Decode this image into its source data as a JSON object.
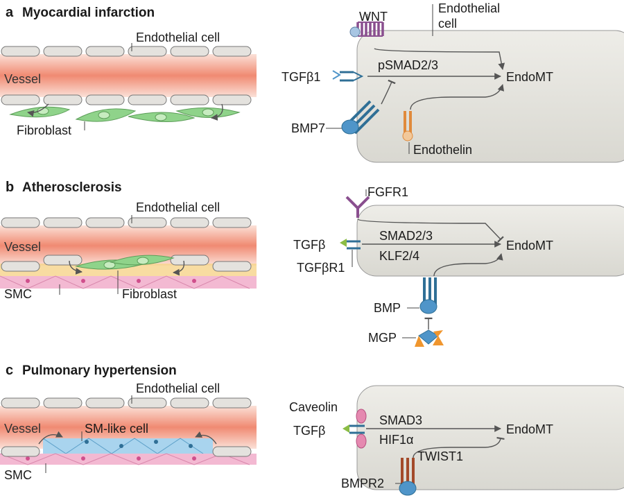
{
  "panel_a": {
    "letter": "a",
    "title": "Myocardial infarction",
    "vessel_labels": {
      "endothelial_cell": "Endothelial cell",
      "vessel": "Vessel",
      "fibroblast": "Fibroblast"
    },
    "pathway": {
      "wnt": "WNT",
      "endothelial_line1": "Endothelial",
      "endothelial_line2": "cell",
      "tgfb1": "TGFβ1",
      "psmad": "pSMAD2/3",
      "endomt": "EndoMT",
      "bmp7": "BMP7",
      "endothelin": "Endothelin"
    }
  },
  "panel_b": {
    "letter": "b",
    "title": "Atherosclerosis",
    "vessel_labels": {
      "endothelial_cell": "Endothelial cell",
      "vessel": "Vessel",
      "smc": "SMC",
      "fibroblast": "Fibroblast"
    },
    "pathway": {
      "fgfr1": "FGFR1",
      "tgfb": "TGFβ",
      "smad": "SMAD2/3",
      "klf": "KLF2/4",
      "endomt": "EndoMT",
      "tgfbr1": "TGFβR1",
      "bmp": "BMP",
      "mgp": "MGP"
    }
  },
  "panel_c": {
    "letter": "c",
    "title": "Pulmonary hypertension",
    "vessel_labels": {
      "endothelial_cell": "Endothelial cell",
      "vessel": "Vessel",
      "sm_like": "SM-like cell",
      "smc": "SMC"
    },
    "pathway": {
      "caveolin": "Caveolin",
      "tgfb": "TGFβ",
      "smad3": "SMAD3",
      "hif": "HIF1α",
      "endomt": "EndoMT",
      "twist": "TWIST1",
      "bmpr2": "BMPR2"
    }
  },
  "colors": {
    "vessel_center": "#f08a72",
    "endothelial_fill": "#e4e2de",
    "fibroblast": "#8fd38a",
    "smc": "#f3b9d2",
    "sm_like": "#a9d4ee",
    "cell_bg": "#e3e2dc",
    "receptor_blue": "#2f6f96",
    "ligand_blue": "#4f95c9",
    "wnt_purple": "#8a4f8f",
    "endothelin_orange": "#e08a3c",
    "tgfb_green": "#8bbd45",
    "caveolin_pink": "#e589b0",
    "bmpr2_brown": "#a34a2a",
    "mgp_orange": "#f0962e"
  }
}
